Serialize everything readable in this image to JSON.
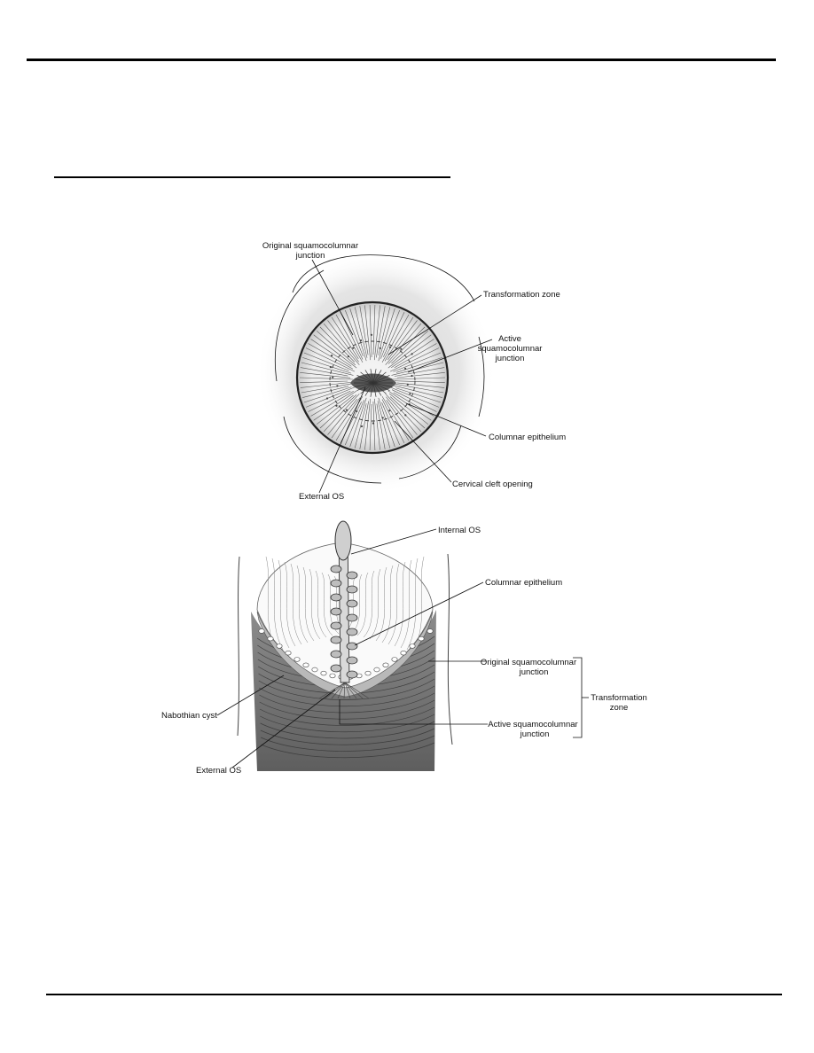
{
  "page": {
    "header_rule": true,
    "section_rule": true,
    "footer_rule": true
  },
  "figure_top": {
    "labels": {
      "original_sq_line1": "Original squamocolumnar",
      "original_sq_line2": "junction",
      "transformation_zone": "Transformation zone",
      "active_line1": "Active",
      "active_line2": "squamocolumnar",
      "active_line3": "junction",
      "columnar_epithelium": "Columnar epithelium",
      "cervical_cleft": "Cervical cleft opening",
      "external_os": "External OS"
    }
  },
  "figure_bottom": {
    "labels": {
      "internal_os": "Internal OS",
      "columnar_epithelium": "Columnar epithelium",
      "original_sq_line1": "Original squamocolumnar",
      "original_sq_line2": "junction",
      "transformation_line1": "Transformation",
      "transformation_line2": "zone",
      "nabothian_cyst": "Nabothian cyst",
      "active_sq_line1": "Active squamocolumnar",
      "active_sq_line2": "junction",
      "external_os": "External OS"
    }
  },
  "colors": {
    "ink": "#111111",
    "tissue_dark": "#6b6b6b",
    "tissue_mid": "#a8a8a8",
    "tissue_light": "#e6e6e6"
  }
}
